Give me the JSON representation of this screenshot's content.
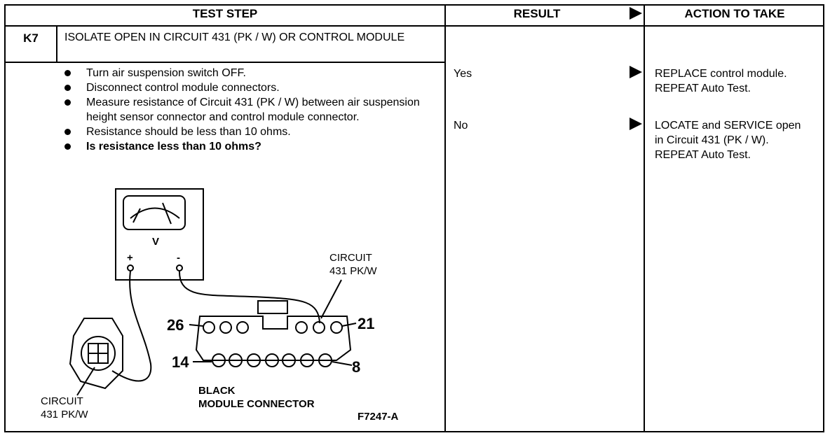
{
  "headers": {
    "test_step": "TEST STEP",
    "result": "RESULT",
    "action": "ACTION TO TAKE"
  },
  "step": {
    "id": "K7",
    "title": "ISOLATE OPEN IN CIRCUIT 431 (PK / W) OR CONTROL MODULE"
  },
  "instructions": [
    "Turn air suspension switch OFF.",
    "Disconnect control module connectors.",
    "Measure resistance of Circuit 431 (PK / W) between air suspension height sensor connector and control module connector.",
    "Resistance should be less than 10 ohms.",
    "Is resistance less than 10 ohms?"
  ],
  "results": [
    {
      "result": "Yes",
      "action": "REPLACE control module. REPEAT Auto Test."
    },
    {
      "result": "No",
      "action": "LOCATE and SERVICE open in Circuit 431 (PK / W). REPEAT Auto Test."
    }
  ],
  "diagram": {
    "meter_label": "V",
    "plus": "+",
    "minus": "-",
    "circuit_top": [
      "CIRCUIT",
      "431 PK/W"
    ],
    "circuit_bottom": [
      "CIRCUIT",
      "431 PK/W"
    ],
    "pin_labels": {
      "p26": "26",
      "p21": "21",
      "p14": "14",
      "p8": "8"
    },
    "connector_name": [
      "BLACK",
      "MODULE CONNECTOR"
    ],
    "figure_id": "F7247-A"
  }
}
